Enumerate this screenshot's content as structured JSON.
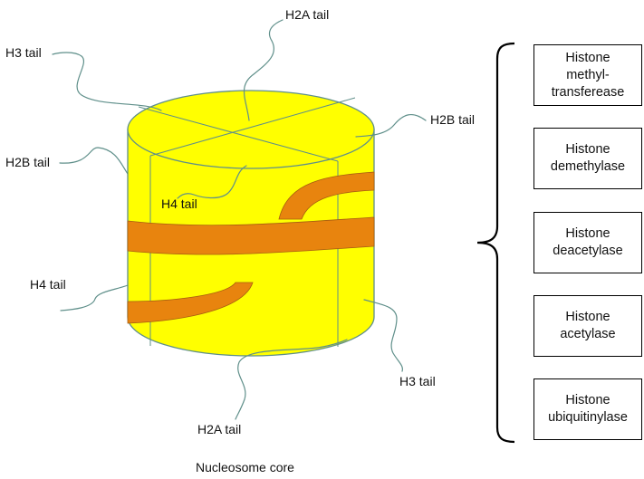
{
  "tail_labels": {
    "h2a_top": "H2A tail",
    "h3_top_left": "H3 tail",
    "h2b_right": "H2B tail",
    "h2b_left": "H2B tail",
    "h4_center": "H4 tail",
    "h4_left": "H4 tail",
    "h3_bottom_right": "H3 tail",
    "h2a_bottom": "H2A tail"
  },
  "enzymes": [
    "Histone\nmethyl-\ntransferease",
    "Histone\ndemethylase",
    "Histone\ndeacetylase",
    "Histone\nacetylase",
    "Histone\nubiquitinylase"
  ],
  "caption": "Nucleosome core",
  "colors": {
    "cylinder_fill": "#ffff00",
    "dna_band": "#e8840e",
    "tail_line": "#5f8f8a",
    "text": "#111111"
  }
}
